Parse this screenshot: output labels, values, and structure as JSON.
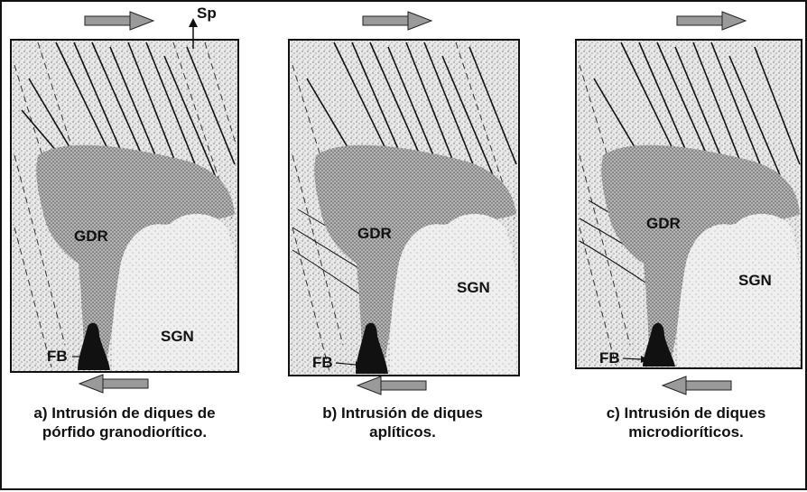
{
  "figure": {
    "panels": [
      {
        "caption_line1": "a) Intrusión de diques de",
        "caption_line2": "pórfido granodiorítico.",
        "labels": {
          "gdr": "GDR",
          "sgn": "SGN",
          "fb": "FB",
          "sp": "Sp"
        }
      },
      {
        "caption_line1": "b) Intrusión de diques",
        "caption_line2": "aplíticos.",
        "labels": {
          "gdr": "GDR",
          "sgn": "SGN",
          "fb": "FB"
        }
      },
      {
        "caption_line1": "c) Intrusión de diques",
        "caption_line2": "microdioríticos.",
        "labels": {
          "gdr": "GDR",
          "sgn": "SGN",
          "fb": "FB"
        }
      }
    ],
    "colors": {
      "stipple": "#6f6f6f",
      "gdr_fill": "#8a8a8a",
      "sgn_fill": "#d9d9d9",
      "fb_fill": "#111111",
      "shear_arrow": "#9a9a9a"
    }
  }
}
